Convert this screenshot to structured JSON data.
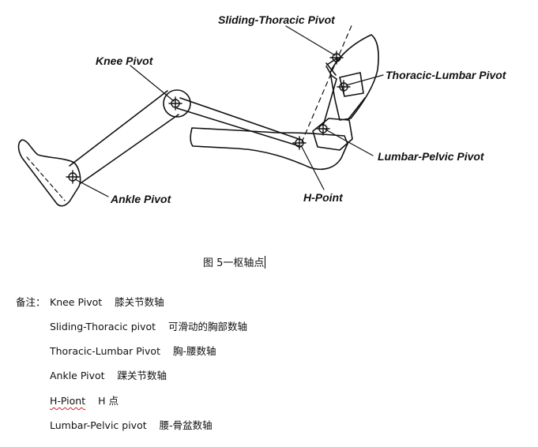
{
  "figure": {
    "labels": {
      "sliding_thoracic": "Sliding-Thoracic Pivot",
      "knee": "Knee Pivot",
      "thoracic_lumbar": "Thoracic-Lumbar Pivot",
      "lumbar_pelvic": "Lumbar-Pelvic Pivot",
      "ankle": "Ankle Pivot",
      "h_point": "H-Point"
    }
  },
  "caption": "图 5一枢轴点",
  "notes": {
    "prefix": "备注：",
    "items": [
      {
        "en": "Knee Pivot",
        "zh": "膝关节数轴"
      },
      {
        "en": "Sliding-Thoracic pivot",
        "zh": "可滑动的胸部数轴"
      },
      {
        "en": "Thoracic-Lumbar Pivot",
        "zh": "胸-腰数轴"
      },
      {
        "en": "Ankle Pivot",
        "zh": "踝关节数轴"
      },
      {
        "en": "H-Piont",
        "zh": "H 点",
        "spellcheck_flag": true
      },
      {
        "en": "Lumbar-Pelvic pivot",
        "zh": "腰-骨盆数轴"
      }
    ]
  },
  "colors": {
    "text": "#111111",
    "spellcheck_underline": "#d02020"
  }
}
